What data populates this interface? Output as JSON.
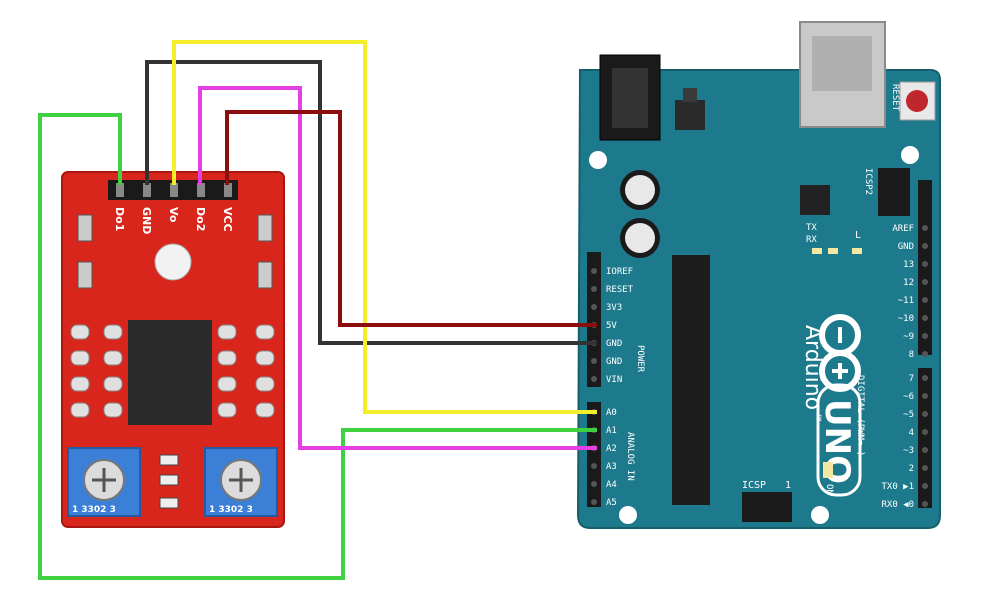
{
  "sensor_module": {
    "pins": [
      "Do1",
      "GND",
      "Vo",
      "Do2",
      "VCC"
    ],
    "pot_left_code": "1  3302  3",
    "pot_right_code": "1  3302  3",
    "board_color": "#d8261c"
  },
  "arduino": {
    "brand": "Arduino",
    "trademark": "™",
    "model": "UNO",
    "board_color": "#1d7a8c",
    "reset_label": "RESET",
    "icsp2_label": "ICSP2",
    "icsp_label": "ICSP",
    "icsp_pin1": "1",
    "on_label": "ON",
    "tx_label": "TX",
    "rx_label": "RX",
    "l_label": "L",
    "power_header_title": "POWER",
    "power_pins": [
      "IOREF",
      "RESET",
      "3V3",
      "5V",
      "GND",
      "GND",
      "VIN"
    ],
    "analog_header_title": "ANALOG IN",
    "analog_pins": [
      "A0",
      "A1",
      "A2",
      "A3",
      "A4",
      "A5"
    ],
    "digital_top_pins": [
      "AREF",
      "GND",
      "13",
      "12",
      "~11",
      "~10",
      "~9",
      "8"
    ],
    "digital_bottom_pins": [
      "7",
      "~6",
      "~5",
      "4",
      "~3",
      "2",
      "TX0 ▶1",
      "RX0 ◀0"
    ],
    "digital_title": "DIGITAL (PWM=~)"
  },
  "wires": [
    {
      "from": "Do1",
      "to": "A1",
      "color": "#3fd13f"
    },
    {
      "from": "GND",
      "to": "GND",
      "color": "#333333"
    },
    {
      "from": "Vo",
      "to": "A0",
      "color": "#f4ee2a"
    },
    {
      "from": "Do2",
      "to": "A2",
      "color": "#e63fe6"
    },
    {
      "from": "VCC",
      "to": "5V",
      "color": "#8b0d0d"
    }
  ]
}
